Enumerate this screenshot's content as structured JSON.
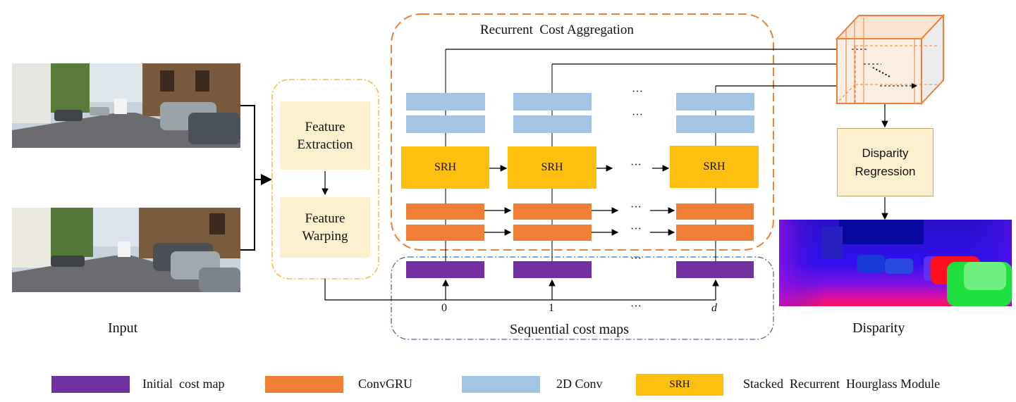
{
  "input": {
    "label": "Input"
  },
  "extraction": {
    "feature_extraction": "Feature\nExtraction",
    "feature_warping": "Feature\nWarping"
  },
  "aggregation": {
    "title": "Recurrent  Cost Aggregation",
    "srh_label": "SRH",
    "ellipsis": "···"
  },
  "cost_maps": {
    "title": "Sequential cost maps",
    "index_0": "0",
    "index_1": "1",
    "index_d": "d",
    "ellipsis": "···"
  },
  "output": {
    "disparity_regression": "Disparity\nRegression",
    "label": "Disparity"
  },
  "legend": {
    "initial_cost_map": "Initial  cost map",
    "convgru": "ConvGRU",
    "conv2d": "2D Conv",
    "srh_swatch": "SRH",
    "srh_full": "Stacked  Recurrent  Hourglass Module"
  },
  "colors": {
    "purple": "#7030a0",
    "orange": "#ee7f35",
    "blue": "#a4c4e6",
    "yellow": "#fdc00e",
    "cream": "#fdf0cf"
  }
}
